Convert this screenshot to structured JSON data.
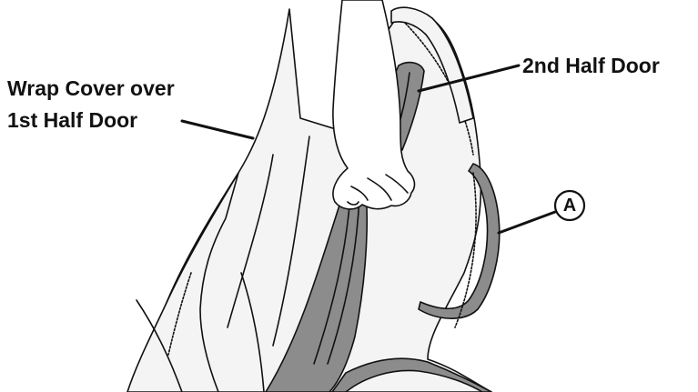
{
  "labels": {
    "wrap_cover_line1": "Wrap Cover over",
    "wrap_cover_line2": "1st Half Door",
    "second_half_door": "2nd Half Door",
    "callout_a": "A"
  },
  "colors": {
    "line": "#111111",
    "cover_fill": "#f4f4f4",
    "strap_fill": "#8c8c8c",
    "background": "#ffffff"
  }
}
